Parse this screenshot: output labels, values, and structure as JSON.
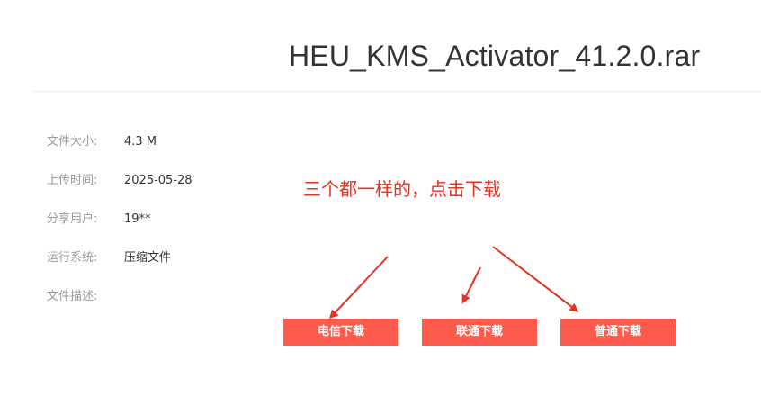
{
  "file": {
    "title": "HEU_KMS_Activator_41.2.0.rar"
  },
  "info": [
    {
      "label": "文件大小:",
      "value": "4.3 M"
    },
    {
      "label": "上传时间:",
      "value": "2025-05-28"
    },
    {
      "label": "分享用户:",
      "value": "19**"
    },
    {
      "label": "运行系统:",
      "value": "压缩文件"
    },
    {
      "label": "文件描述:",
      "value": ""
    }
  ],
  "annotation": {
    "text": "三个都一样的，点击下载",
    "color": "#e63022"
  },
  "buttons": {
    "telecom": "电信下载",
    "unicom": "联通下载",
    "normal": "普通下载",
    "color": "#ff5b4c"
  }
}
